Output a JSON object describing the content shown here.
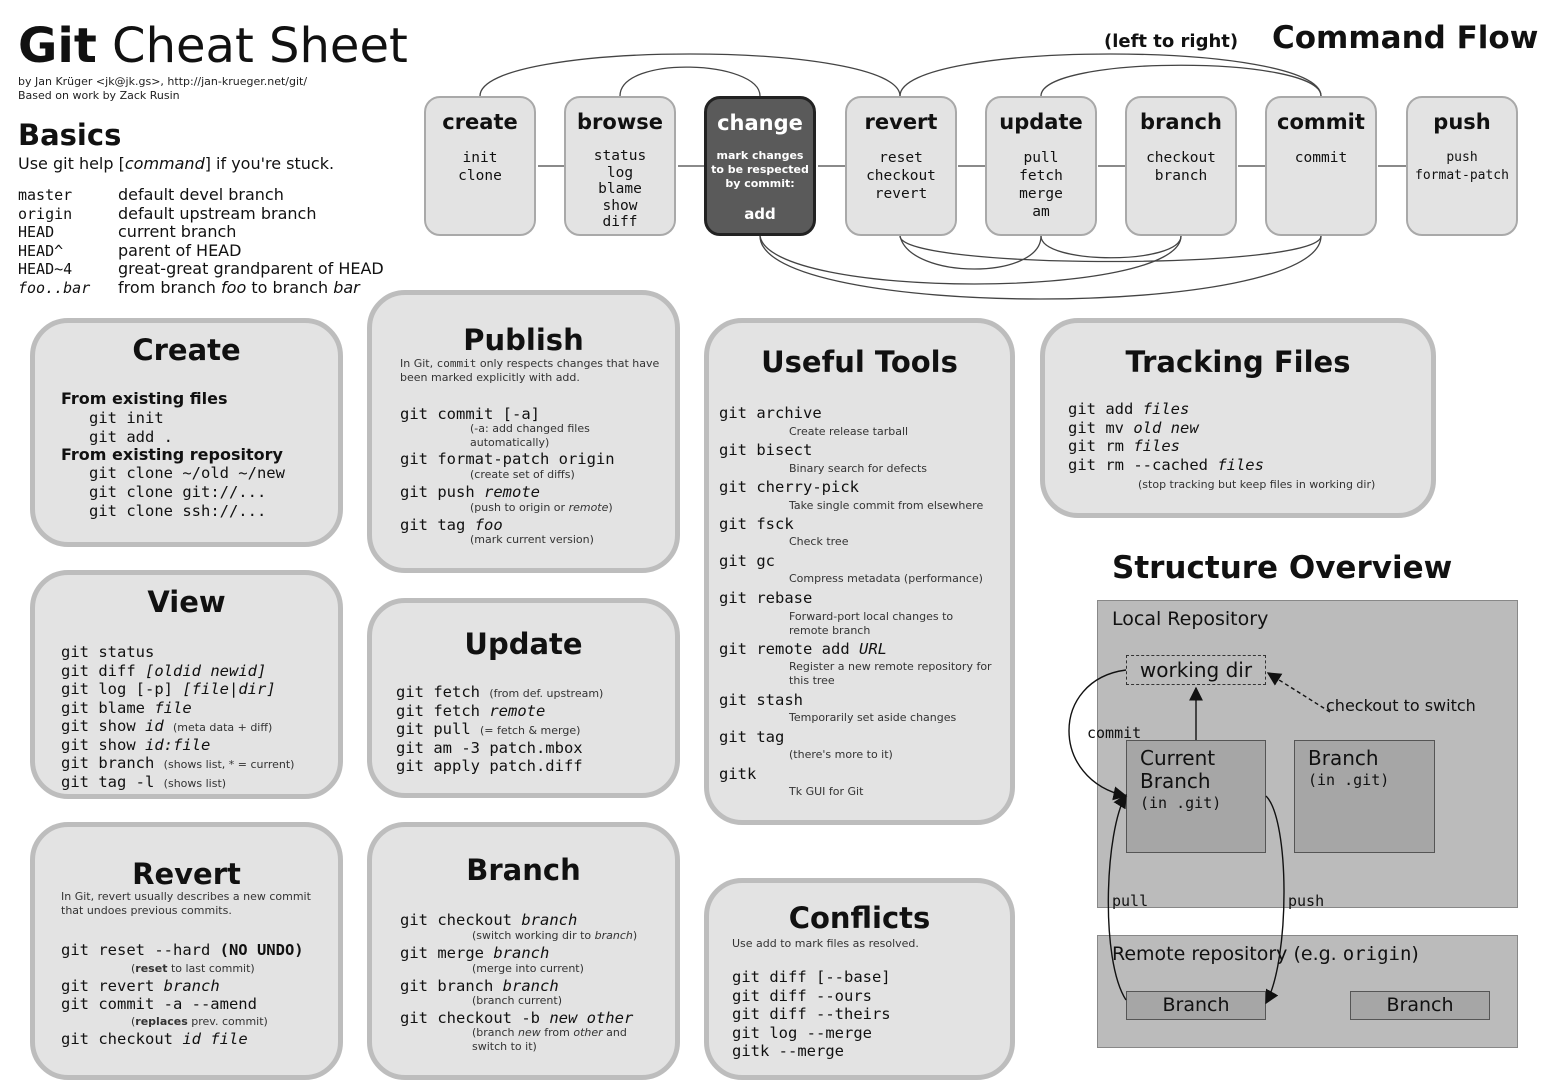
{
  "header": {
    "title_bold": "Git",
    "title_rest": " Cheat Sheet",
    "author_line": "by Jan Krüger <jk@jk.gs>, http://jan-krueger.net/git/",
    "based_line": "Based on work by Zack Rusin"
  },
  "basics": {
    "title": "Basics",
    "help_pre": "Use git help [",
    "help_cmd": "command",
    "help_post": "] if you're stuck.",
    "rows": [
      {
        "key": "master",
        "desc": "default devel branch"
      },
      {
        "key": "origin",
        "desc": "default upstream branch"
      },
      {
        "key": "HEAD",
        "desc": "current branch"
      },
      {
        "key": "HEAD^",
        "desc": "parent of HEAD"
      },
      {
        "key": "HEAD~4",
        "desc": "great-great grandparent of HEAD"
      },
      {
        "key": "foo..bar",
        "desc_pre": "from branch ",
        "desc_a": "foo",
        "desc_mid": " to branch ",
        "desc_b": "bar"
      }
    ]
  },
  "command_flow": {
    "subtitle": "(left to right)",
    "title": "Command Flow",
    "steps": [
      {
        "title": "create",
        "cmds": "init\nclone"
      },
      {
        "title": "browse",
        "cmds": "status\nlog\nblame\nshow\ndiff"
      },
      {
        "title": "change",
        "note": "mark changes to be respected by commit:",
        "cmds": "add"
      },
      {
        "title": "revert",
        "cmds": "reset\ncheckout\nrevert"
      },
      {
        "title": "update",
        "cmds": "pull\nfetch\nmerge\nam"
      },
      {
        "title": "branch",
        "cmds": "checkout\nbranch"
      },
      {
        "title": "commit",
        "cmds": "commit"
      },
      {
        "title": "push",
        "cmds": "push\nformat-patch"
      }
    ]
  },
  "create": {
    "title": "Create",
    "from_files": "From existing files",
    "files_cmds": [
      "git init",
      "git add ."
    ],
    "from_repo": "From existing repository",
    "repo_cmds": [
      "git clone ~/old ~/new",
      "git clone git://...",
      "git clone ssh://..."
    ]
  },
  "view": {
    "title": "View",
    "lines": [
      {
        "cmd": "git status"
      },
      {
        "cmd": "git diff ",
        "arg": "[oldid newid]"
      },
      {
        "cmd": "git log [-p] ",
        "arg": "[file|dir]"
      },
      {
        "cmd": "git blame ",
        "arg": "file"
      },
      {
        "cmd": "git show ",
        "arg": "id",
        "note": "(meta data + diff)"
      },
      {
        "cmd": "git show ",
        "arg": "id:file"
      },
      {
        "cmd": "git branch",
        "note": "(shows list, * = current)"
      },
      {
        "cmd": "git tag -l",
        "note": "(shows list)"
      }
    ]
  },
  "revert": {
    "title": "Revert",
    "intro": "In Git, revert usually describes a new commit that undoes previous commits.",
    "reset_cmd": "git reset --hard ",
    "reset_bold": "(NO UNDO)",
    "reset_note_b": "reset",
    "reset_note": " to last commit)",
    "revert_cmd": "git revert ",
    "revert_arg": "branch",
    "amend_cmd": "git commit -a --amend",
    "amend_note_b": "replaces",
    "amend_note": " prev. commit)",
    "checkout_cmd": "git checkout ",
    "checkout_arg": "id file"
  },
  "publish": {
    "title": "Publish",
    "intro_pre": "In Git, ",
    "intro_commit": "commit",
    "intro_mid": " only respects changes that have been marked explicitly with ",
    "intro_add": "add",
    "intro_end": ".",
    "commit_cmd": "git commit [-a]",
    "commit_note": "(-a: add changed files automatically)",
    "fp_cmd": "git format-patch origin",
    "fp_note": "(create set of diffs)",
    "push_cmd": "git push ",
    "push_arg": "remote",
    "push_note_pre": "(push to origin or ",
    "push_note_arg": "remote",
    "push_note_post": ")",
    "tag_cmd": "git tag ",
    "tag_arg": "foo",
    "tag_note": "(mark current version)"
  },
  "update": {
    "title": "Update",
    "lines": [
      {
        "cmd": "git fetch",
        "note": "(from def. upstream)"
      },
      {
        "cmd": "git fetch ",
        "arg": "remote"
      },
      {
        "cmd": "git pull",
        "note": "(= fetch & merge)"
      },
      {
        "cmd": "git am -3 patch.mbox"
      },
      {
        "cmd": "git apply patch.diff"
      }
    ]
  },
  "branch_box": {
    "title": "Branch",
    "checkout_cmd": "git checkout ",
    "checkout_arg": "branch",
    "checkout_note_pre": "(switch working dir to ",
    "checkout_note_arg": "branch",
    "checkout_note_post": ")",
    "merge_cmd": "git merge ",
    "merge_arg": "branch",
    "merge_note": "(merge into current)",
    "branch_cmd": "git branch ",
    "branch_arg": "branch",
    "branch_note": "(branch current)",
    "cb_cmd": "git checkout -b ",
    "cb_arg": "new other",
    "cb_note_pre": "(branch ",
    "cb_note_new": "new",
    "cb_note_mid": " from ",
    "cb_note_other": "other",
    "cb_note_post": " and switch to it)"
  },
  "tools": {
    "title": "Useful Tools",
    "items": [
      {
        "cmd": "git archive",
        "note": "Create release tarball"
      },
      {
        "cmd": "git bisect",
        "note": "Binary search for defects"
      },
      {
        "cmd": "git cherry-pick",
        "note": "Take single commit from elsewhere"
      },
      {
        "cmd": "git fsck",
        "note": "Check tree"
      },
      {
        "cmd": "git gc",
        "note": "Compress metadata (performance)"
      },
      {
        "cmd": "git rebase",
        "note": "Forward-port local changes to remote branch"
      },
      {
        "cmd": "git remote add ",
        "arg": "URL",
        "note": "Register a new remote repository for this tree"
      },
      {
        "cmd": "git stash",
        "note": "Temporarily set aside changes"
      },
      {
        "cmd": "git tag",
        "note": "(there's more to it)"
      },
      {
        "cmd": "gitk",
        "note": "Tk GUI for Git"
      }
    ]
  },
  "conflicts": {
    "title": "Conflicts",
    "intro": "Use add to mark files as resolved.",
    "lines": [
      "git diff [--base]",
      "git diff --ours",
      "git diff --theirs",
      "git log --merge",
      "gitk --merge"
    ]
  },
  "tracking": {
    "title": "Tracking Files",
    "lines": [
      {
        "cmd": "git add ",
        "arg": "files"
      },
      {
        "cmd": "git mv ",
        "arg": "old new"
      },
      {
        "cmd": "git rm ",
        "arg": "files"
      },
      {
        "cmd": "git rm --cached ",
        "arg": "files"
      }
    ],
    "note": "(stop tracking but keep files in working dir)"
  },
  "structure": {
    "title": "Structure Overview",
    "local_repo": "Local Repository",
    "working_dir": "working dir",
    "checkout_label": "checkout to switch",
    "commit_label": "commit",
    "current_branch_1": "Current",
    "current_branch_2": "Branch",
    "current_branch_3": "(in .git)",
    "branch_1": "Branch",
    "branch_3": "(in .git)",
    "pull_label": "pull",
    "push_label": "push",
    "remote_repo_pre": "Remote repository (e.g. ",
    "remote_repo_mono": "origin",
    "remote_repo_post": ")",
    "remote_branch_a": "Branch",
    "remote_branch_b": "Branch"
  }
}
